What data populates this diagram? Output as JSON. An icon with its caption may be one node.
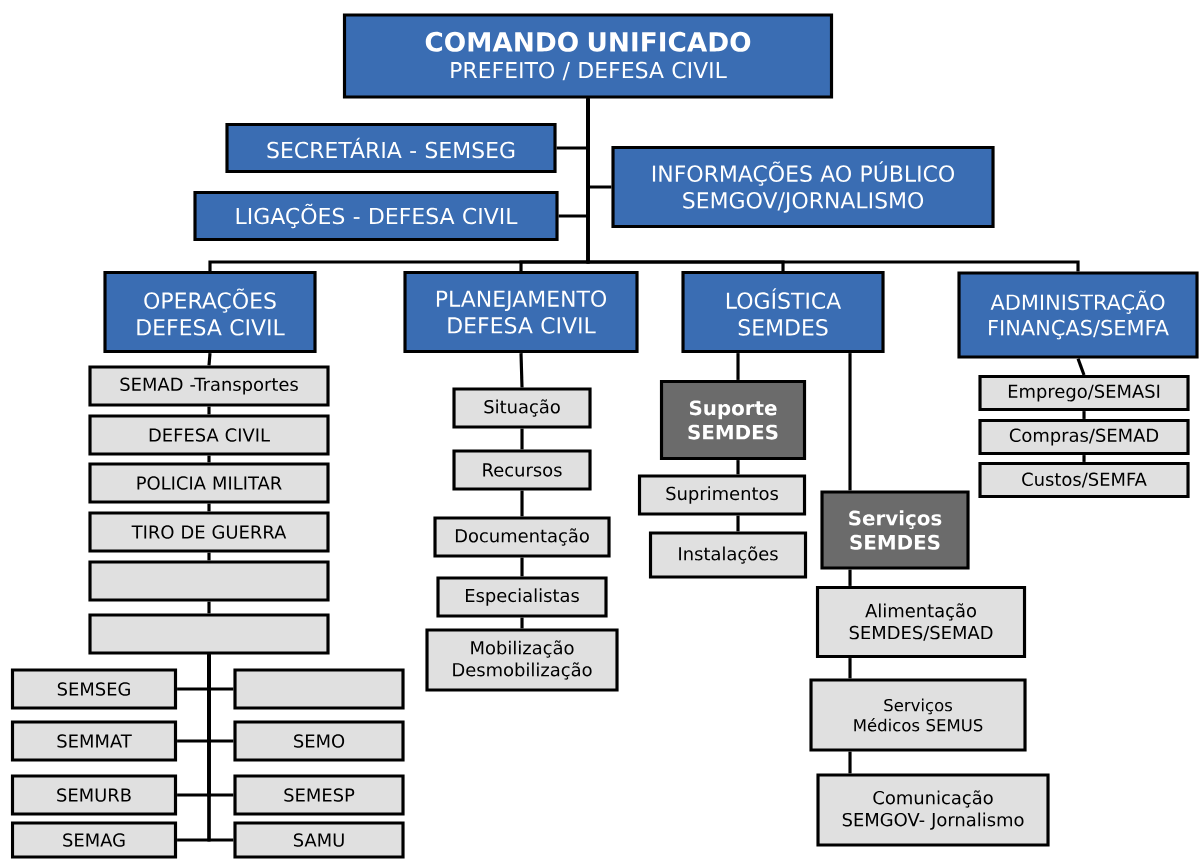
{
  "diagram": {
    "nodes": [
      {
        "text": [
          "COMANDO UNIFICADO",
          "PREFEITO / DEFESA CIVIL"
        ]
      },
      {
        "text": [
          "SECRETÁRIA - SEMSEG"
        ]
      },
      {
        "text": [
          "INFORMAÇÕES AO PÚBLICO SEMGOV/JORNALISMO"
        ]
      },
      {
        "text": [
          "LIGAÇÕES - DEFESA CIVIL"
        ]
      },
      {
        "text": [
          "OPERAÇÕES DEFESA CIVIL"
        ]
      },
      {
        "text": [
          "PLANEJAMENTO DEFESA CIVIL"
        ]
      },
      {
        "text": [
          "LOGÍSTICA SEMDES"
        ]
      },
      {
        "text": [
          "ADMINISTRAÇÃO FINANÇAS/SEMFA"
        ]
      },
      {
        "text": [
          "SEMAD -Transportes"
        ]
      },
      {
        "text": [
          "DEFESA CIVIL"
        ]
      },
      {
        "text": [
          "POLICIA MILITAR"
        ]
      },
      {
        "text": [
          "TIRO DE GUERRA"
        ]
      },
      {
        "text": [],
        "shape": "box"
      },
      {
        "text": [],
        "shape": "box"
      },
      {
        "text": [
          "SEMSEG"
        ]
      },
      {
        "text": [],
        "shape": "box"
      },
      {
        "text": [
          "SEMMAT"
        ]
      },
      {
        "text": [
          "SEMO"
        ]
      },
      {
        "text": [
          "SEMURB"
        ]
      },
      {
        "text": [
          "SEMESP"
        ]
      },
      {
        "text": [
          "SEMAG"
        ]
      },
      {
        "text": [
          "SAMU"
        ]
      },
      {
        "text": [
          "Situação"
        ]
      },
      {
        "text": [
          "Recursos"
        ]
      },
      {
        "text": [
          "Documentação"
        ]
      },
      {
        "text": [
          "Especialistas"
        ]
      },
      {
        "text": [
          "Mobilização Desmobilização"
        ]
      },
      {
        "text": [
          "Suporte SEMDES"
        ]
      },
      {
        "text": [
          "Suprimentos"
        ]
      },
      {
        "text": [
          "Instalações"
        ]
      },
      {
        "text": [
          "Serviços SEMDES"
        ]
      },
      {
        "text": [
          "Alimentação SEMDES/SEMAD"
        ]
      },
      {
        "text": [
          "Serviços Médicos SEMUS"
        ]
      },
      {
        "text": [
          "Comunicação SEMGOV- Jornalismo"
        ]
      },
      {
        "text": [
          "Emprego/SEMASI"
        ]
      },
      {
        "text": [
          "Compras/SEMAD"
        ]
      },
      {
        "text": [
          "Custos/SEMFA"
        ]
      }
    ],
    "edges": [
      {
        "from": 0,
        "to": 1,
        "arrow": "none"
      },
      {
        "from": 0,
        "to": 2,
        "arrow": "none"
      },
      {
        "from": 0,
        "to": 3,
        "arrow": "none"
      },
      {
        "from": 0,
        "to": 4,
        "arrow": "none"
      },
      {
        "from": 0,
        "to": 5,
        "arrow": "none"
      },
      {
        "from": 0,
        "to": 6,
        "arrow": "none"
      },
      {
        "from": 0,
        "to": 7,
        "arrow": "none"
      },
      {
        "from": 4,
        "to": 8,
        "arrow": "none"
      },
      {
        "from": 8,
        "to": 9,
        "arrow": "none"
      },
      {
        "from": 9,
        "to": 10,
        "arrow": "none"
      },
      {
        "from": 10,
        "to": 11,
        "arrow": "none"
      },
      {
        "from": 11,
        "to": 12,
        "arrow": "none"
      },
      {
        "from": 12,
        "to": 13,
        "arrow": "none"
      },
      {
        "from": 13,
        "to": 14,
        "arrow": "none"
      },
      {
        "from": 13,
        "to": 15,
        "arrow": "none"
      },
      {
        "from": 13,
        "to": 16,
        "arrow": "none"
      },
      {
        "from": 13,
        "to": 17,
        "arrow": "none"
      },
      {
        "from": 13,
        "to": 18,
        "arrow": "none"
      },
      {
        "from": 13,
        "to": 19,
        "arrow": "none"
      },
      {
        "from": 13,
        "to": 20,
        "arrow": "none"
      },
      {
        "from": 13,
        "to": 21,
        "arrow": "none"
      },
      {
        "from": 5,
        "to": 22,
        "arrow": "none"
      },
      {
        "from": 22,
        "to": 23,
        "arrow": "none"
      },
      {
        "from": 23,
        "to": 24,
        "arrow": "none"
      },
      {
        "from": 24,
        "to": 25,
        "arrow": "none"
      },
      {
        "from": 25,
        "to": 26,
        "arrow": "none"
      },
      {
        "from": 6,
        "to": 27,
        "arrow": "none"
      },
      {
        "from": 27,
        "to": 28,
        "arrow": "none"
      },
      {
        "from": 28,
        "to": 29,
        "arrow": "none"
      },
      {
        "from": 6,
        "to": 30,
        "arrow": "none"
      },
      {
        "from": 30,
        "to": 31,
        "arrow": "none"
      },
      {
        "from": 31,
        "to": 32,
        "arrow": "none"
      },
      {
        "from": 32,
        "to": 33,
        "arrow": "none"
      },
      {
        "from": 7,
        "to": 34,
        "arrow": "none"
      },
      {
        "from": 34,
        "to": 35,
        "arrow": "none"
      },
      {
        "from": 35,
        "to": 36,
        "arrow": "none"
      }
    ]
  }
}
